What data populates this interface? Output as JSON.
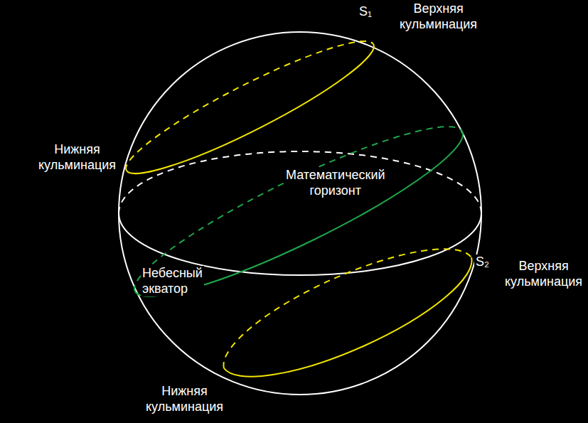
{
  "diagram": {
    "labels": [
      "S₁",
      "Верхняя кульминация",
      "Нижняя кульминация",
      "Математический горизонт",
      "Небесный экватор",
      "S₂",
      "Верхняя кульминация",
      "Нижняя кульминация"
    ]
  }
}
